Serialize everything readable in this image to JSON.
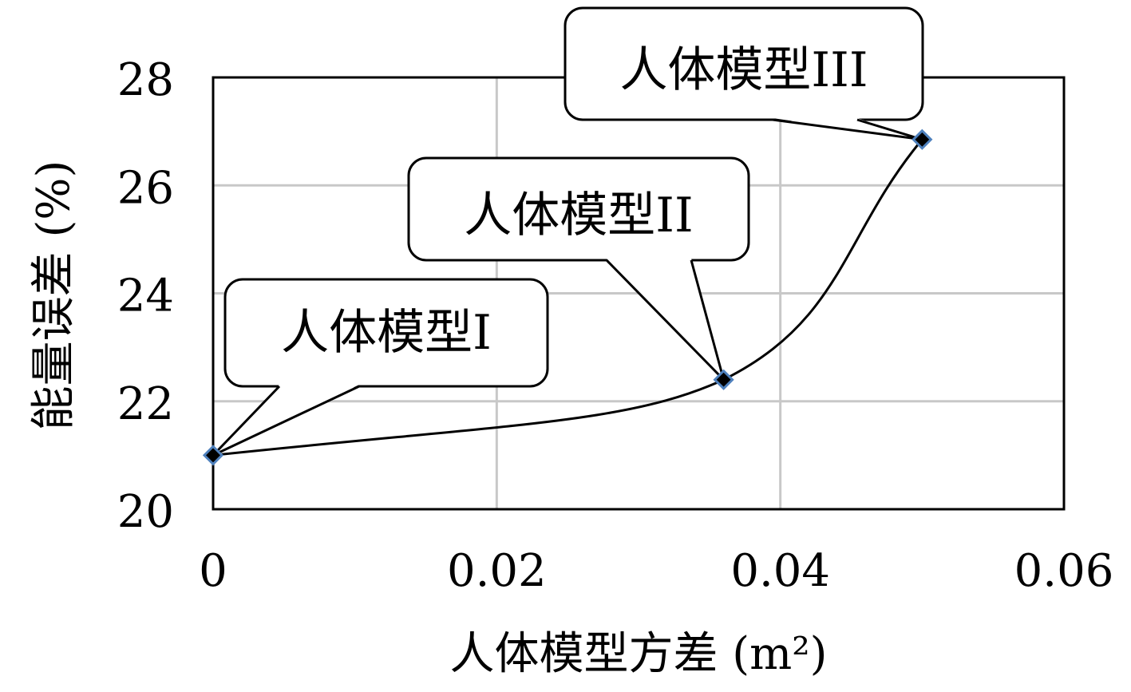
{
  "chart_data": {
    "type": "line",
    "title": "",
    "xlabel": "人体模型方差 (m²)",
    "ylabel": "能量误差 (%)",
    "xlim": [
      0,
      0.06
    ],
    "ylim": [
      20,
      28
    ],
    "x_ticks": [
      "0",
      "0.02",
      "0.04",
      "0.06"
    ],
    "y_ticks": [
      "20",
      "22",
      "24",
      "26",
      "28"
    ],
    "grid": true,
    "legend": "none",
    "series": [
      {
        "points": [
          {
            "x": 0,
            "y": 21.0,
            "label": "人体模型I"
          },
          {
            "x": 0.036,
            "y": 22.4,
            "label": "人体模型II"
          },
          {
            "x": 0.05,
            "y": 26.85,
            "label": "人体模型III"
          }
        ]
      }
    ],
    "colors": {
      "line": "#000000",
      "marker_fill": "#000000",
      "marker_edge": "#4f81bd",
      "grid": "#c8c8c8"
    }
  }
}
